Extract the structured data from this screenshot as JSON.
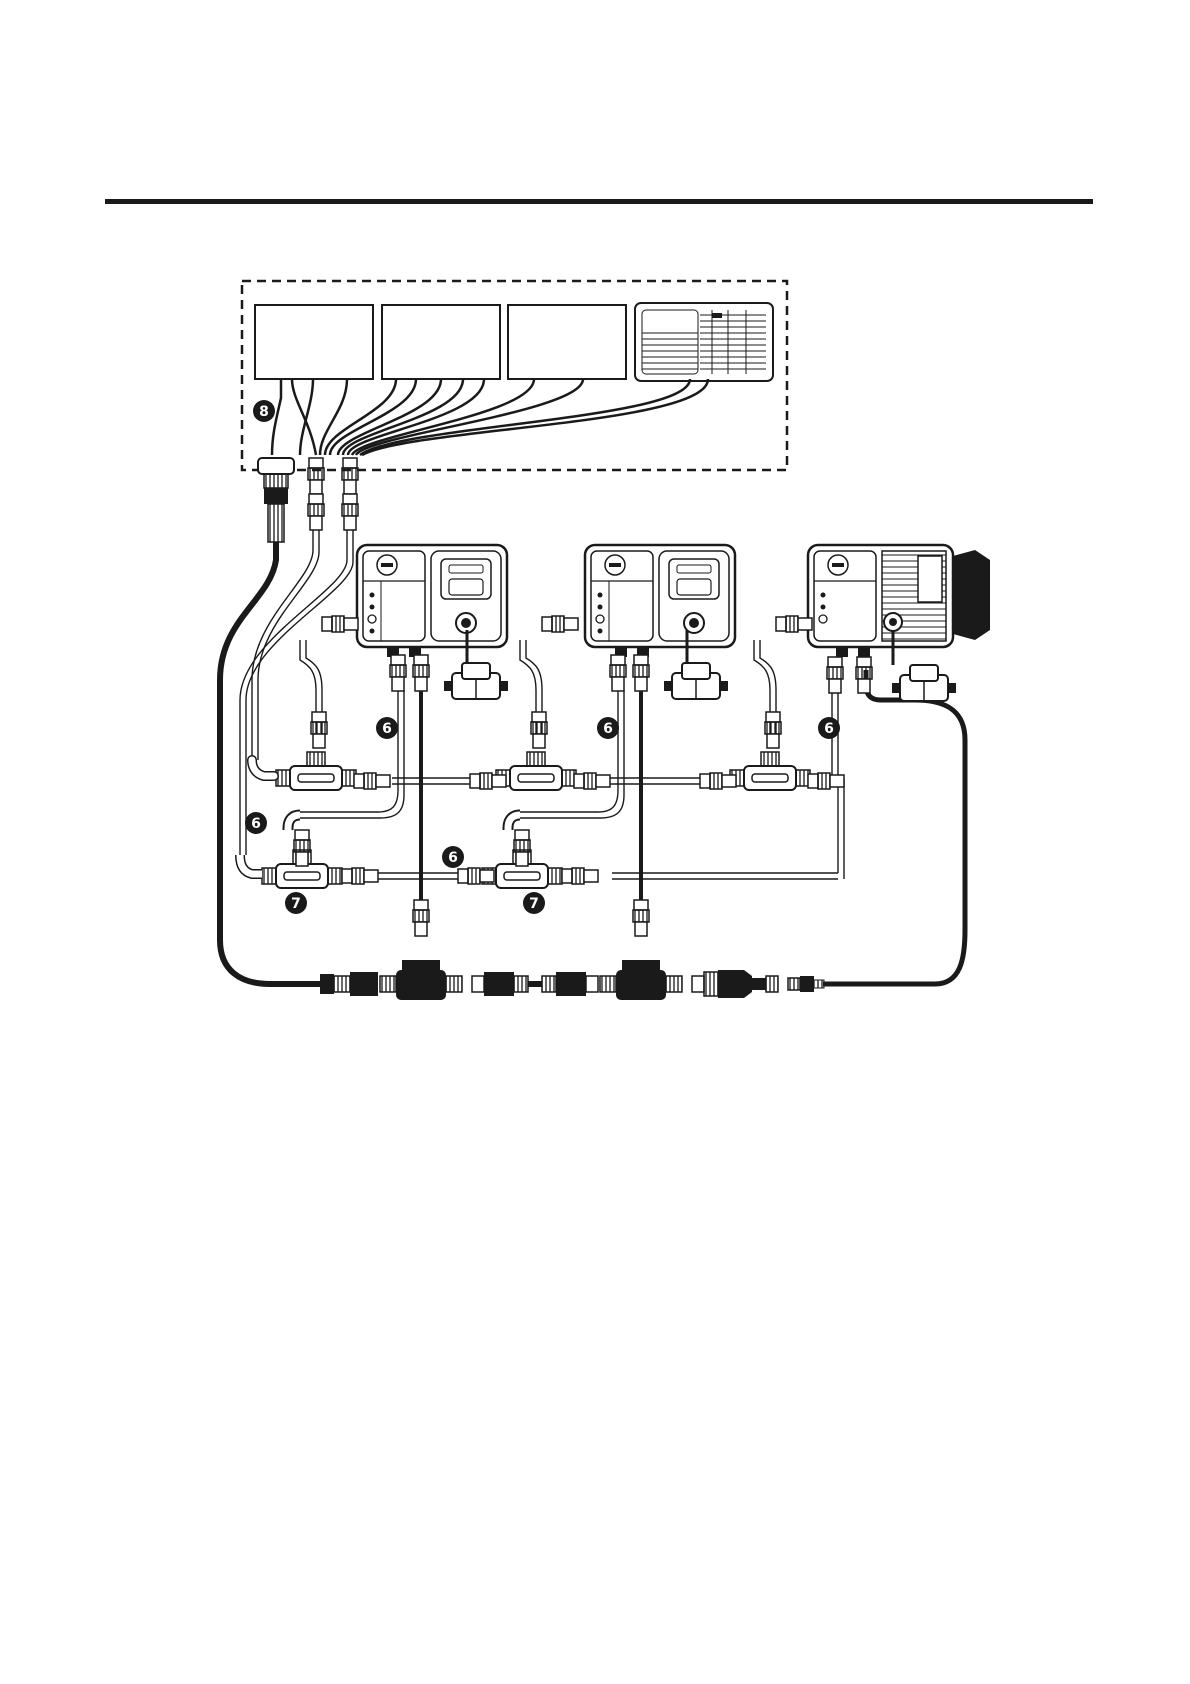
{
  "colors": {
    "ink": "#1a1a1a",
    "cable_light": "#8a8a8a",
    "background": "#ffffff"
  },
  "callouts": {
    "c1": "8",
    "c2": "6",
    "c3": "6",
    "c4": "6",
    "c5": "6",
    "c6": "6",
    "c7": "7",
    "c8": "7"
  },
  "icons": {
    "gateway_units": "network-gateway-icon",
    "end_unit": "display-unit-icon",
    "sensor": "sensor-module-icon",
    "t_connector": "t-connector-icon",
    "backbone": "backbone-cable-icon"
  }
}
